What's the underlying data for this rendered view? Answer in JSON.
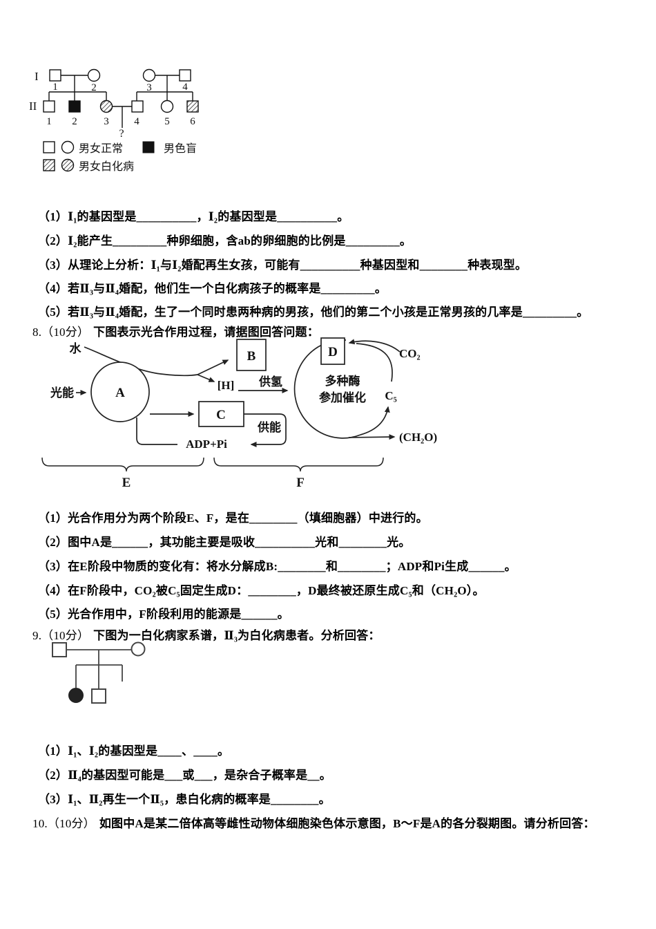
{
  "pedigree1": {
    "gen_labels": [
      "I",
      "II"
    ],
    "gen1_numbers": [
      "1",
      "2",
      "3",
      "4"
    ],
    "gen2_numbers": [
      "1",
      "2",
      "3",
      "4",
      "5",
      "6"
    ],
    "question_mark": "?",
    "legend": {
      "normal": "男女正常",
      "colorblind": "男色盲",
      "albino": "男女白化病"
    }
  },
  "q7": {
    "items": [
      "（1）Ⅰ₁的基因型是__________，Ⅰ₂的基因型是__________。",
      "（2）Ⅰ₂能产生_________种卵细胞，含ab的卵细胞的比例是_________。",
      "（3）从理论上分析：Ⅰ₁与Ⅰ₂婚配再生女孩，可能有__________种基因型和________种表现型。",
      "（4）若Ⅱ₃与Ⅱ₄婚配，他们生一个白化病孩子的概率是_________。",
      "（5）若Ⅱ₃与Ⅱ₄婚配，生了一个同时患两种病的男孩，他们的第二个小孩是正常男孩的几率是_________。"
    ]
  },
  "q8": {
    "prefix": "8.（10分）",
    "title": "下图表示光合作用过程，请据图回答问题：",
    "items": [
      "（1）光合作用分为两个阶段E、F，是在________（填细胞器）中进行的。",
      "（2）图中A是______，其功能主要是吸收__________光和________光。",
      "（3）在E阶段中物质的变化有：将水分解成B:________和________；ADP和Pi生成______。",
      "（4）在F阶段中，CO₂被C₅固定生成D：________，D最终被还原生成C₅和（CH₂O）。",
      "（5）光合作用中，F阶段利用的能源是______。"
    ]
  },
  "diagram": {
    "water": "水",
    "light": "光能",
    "a": "A",
    "b": "B",
    "h": "[H]",
    "supply_h": "供氢",
    "c": "C",
    "supply_e": "供能",
    "d": "D",
    "co2": "CO₂",
    "enzyme_line1": "多种酶",
    "enzyme_line2": "参加催化",
    "c5": "C₅",
    "adp": "ADP+Pi",
    "ch2o": "(CH₂O)",
    "stage_e": "E",
    "stage_f": "F"
  },
  "q9": {
    "prefix": "9.（10分）",
    "title": "下图为一白化病家系谱，Ⅱ₃为白化病患者。分析回答：",
    "items": [
      "（1）Ⅰ₁、Ⅰ₂的基因型是____、____。",
      "（2）Ⅱ₄的基因型可能是___或___，是杂合子概率是__。",
      "（3）Ⅰ₁、Ⅱ₂再生一个Ⅱ₅，患白化病的概率是________。"
    ]
  },
  "q10": {
    "prefix": "10.（10分）",
    "title": "如图中A是某二倍体高等雌性动物体细胞染色体示意图，B～F是A的各分裂期图。请分析回答："
  }
}
